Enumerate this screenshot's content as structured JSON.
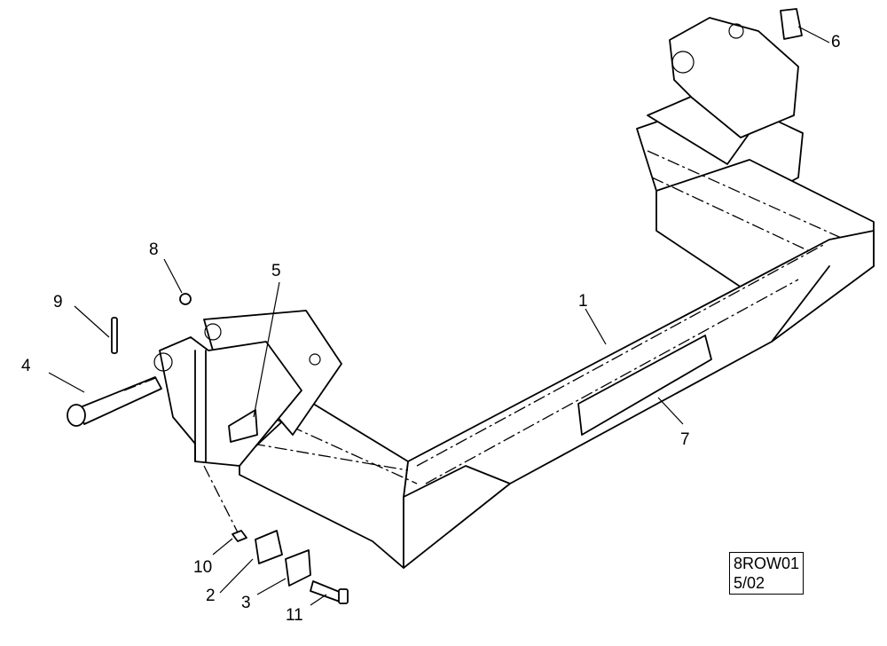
{
  "callouts": {
    "c1": "1",
    "c2": "2",
    "c3": "3",
    "c4": "4",
    "c5": "5",
    "c6": "6",
    "c7": "7",
    "c8": "8",
    "c9": "9",
    "c10": "10",
    "c11": "11"
  },
  "reference": {
    "code": "8ROW01",
    "date": "5/02"
  }
}
